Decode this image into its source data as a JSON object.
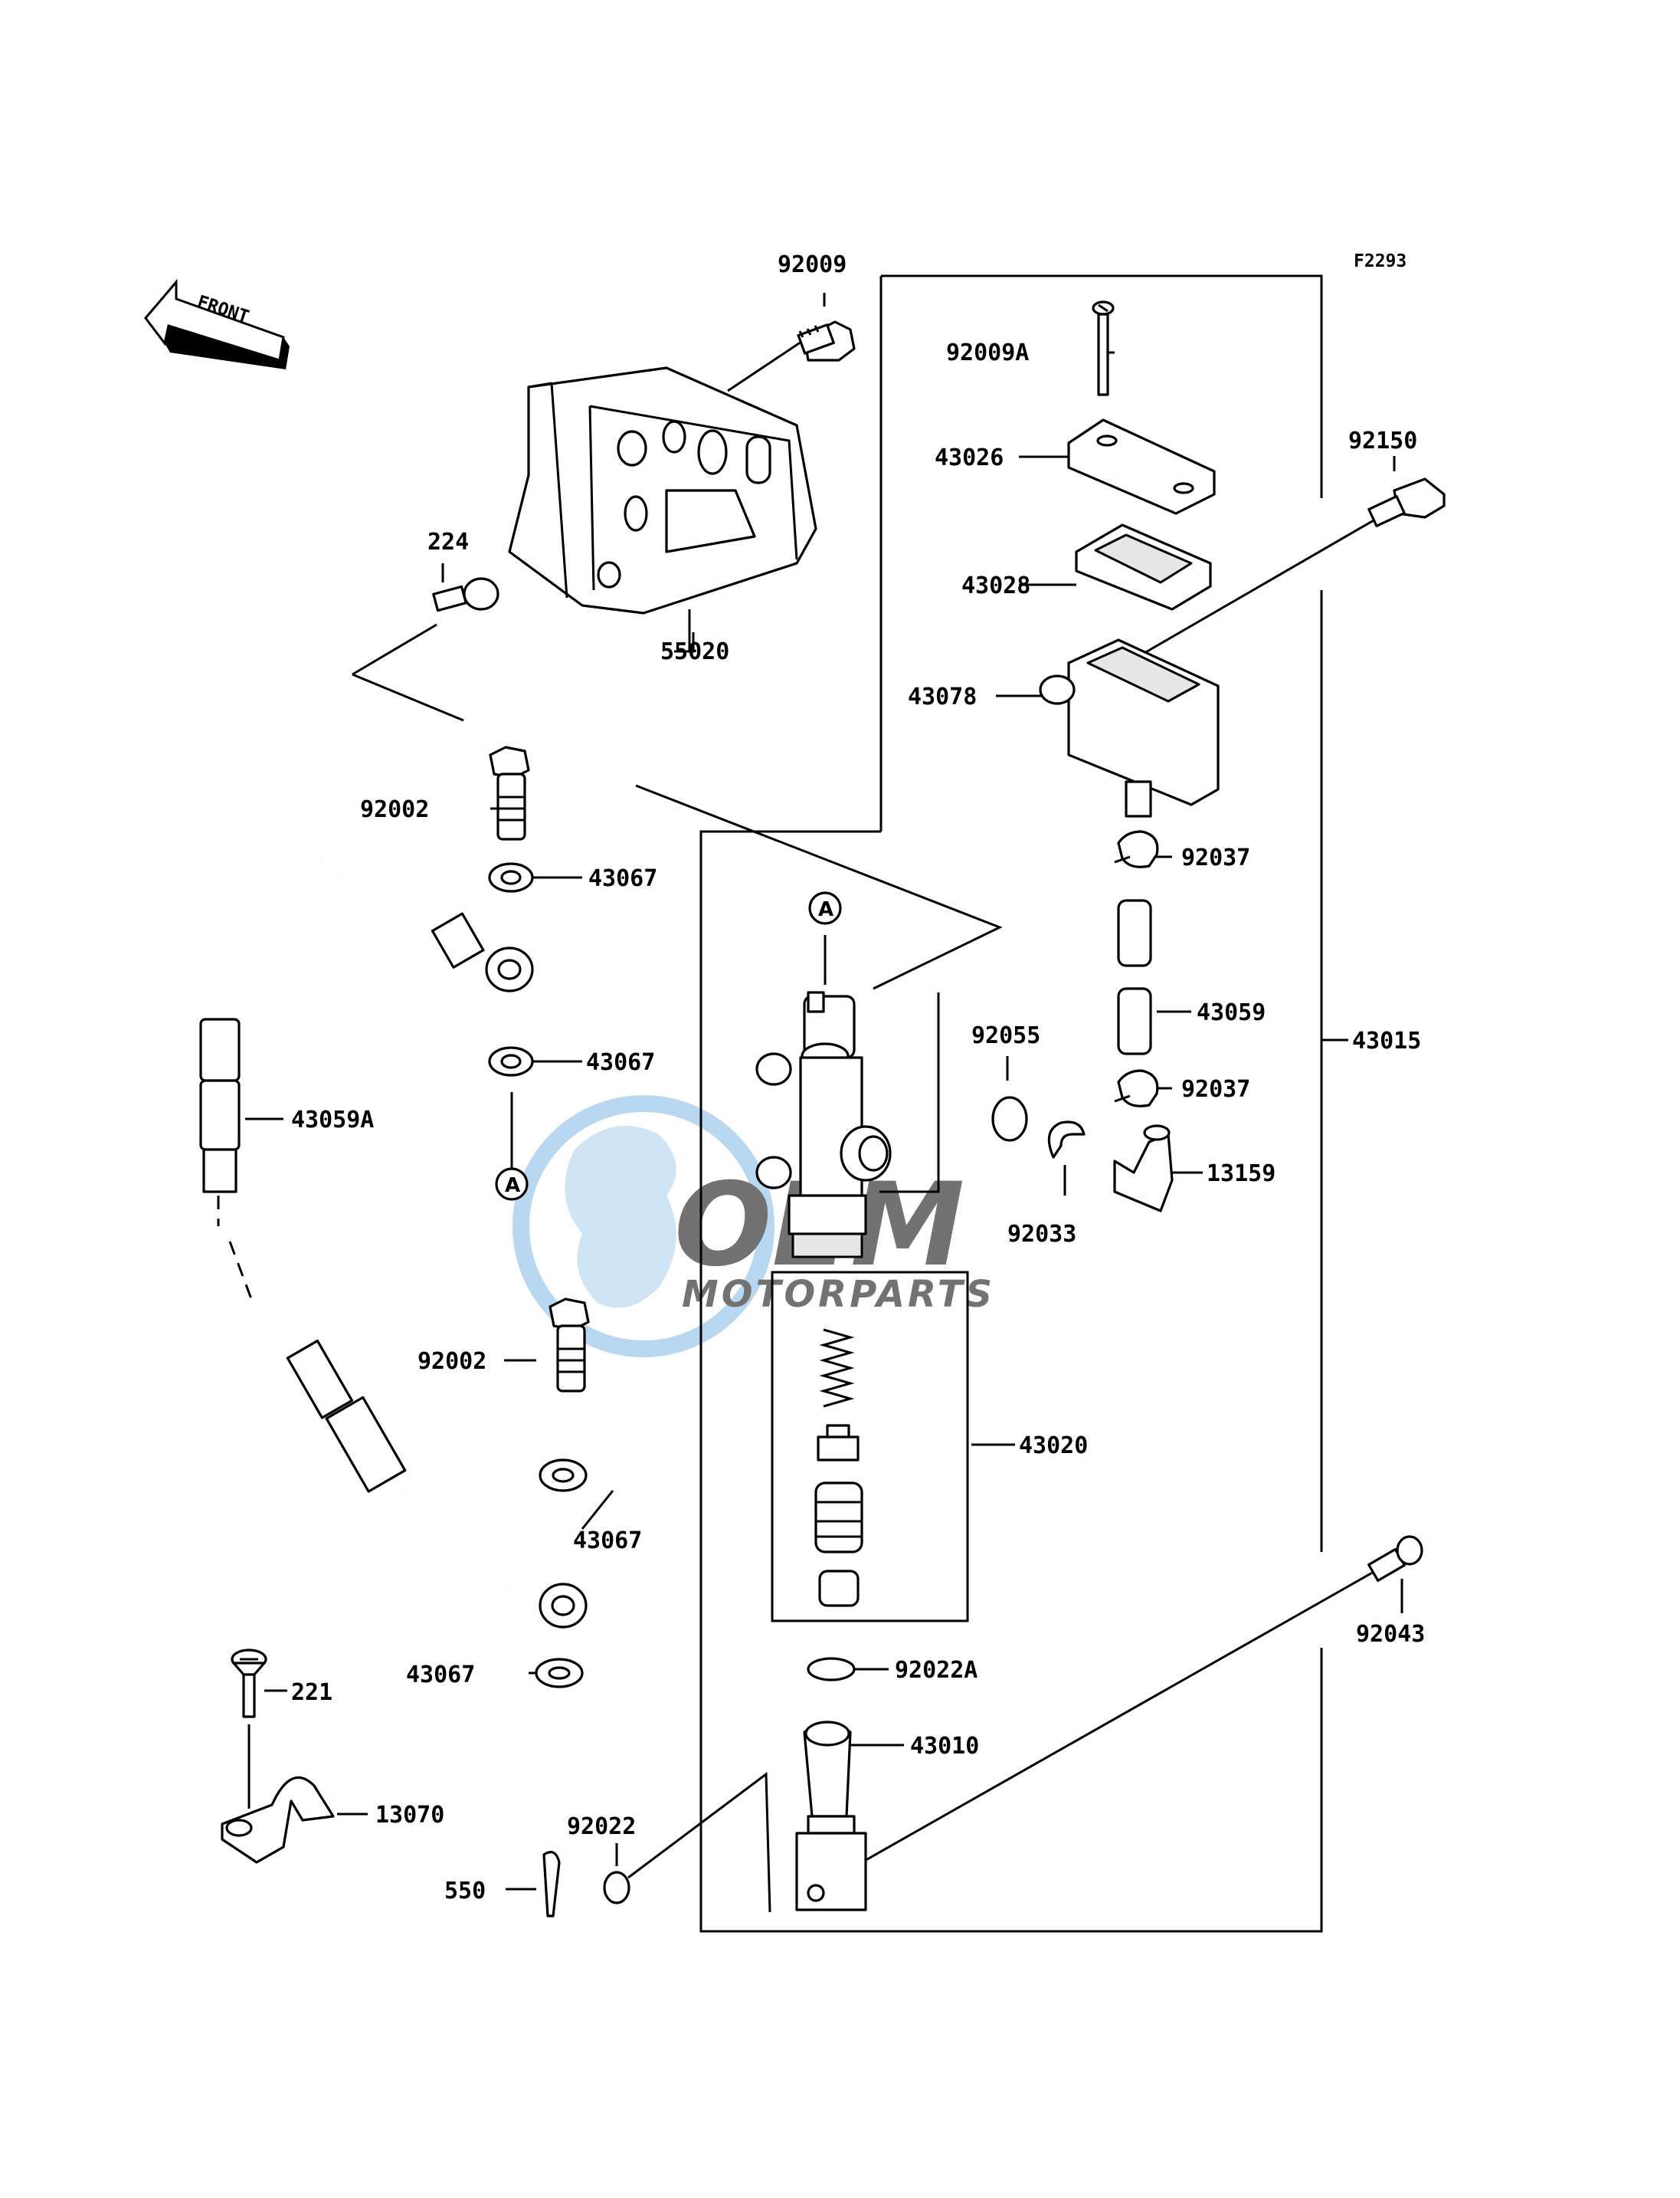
{
  "figure_code": "F2293",
  "front_label": "FRONT",
  "ref_marker": "A",
  "watermark": {
    "brand": "OEM",
    "sub": "MOTORPARTS",
    "color_blue": "#7fb8e6",
    "color_gray": "#c8c8c8"
  },
  "parts": {
    "p92009": "92009",
    "p92009A": "92009A",
    "p43026": "43026",
    "p43028": "43028",
    "p43078": "43078",
    "p92150": "92150",
    "p224": "224",
    "p55020": "55020",
    "p92002a": "92002",
    "p43067a": "43067",
    "p43067b": "43067",
    "p43059A": "43059A",
    "p92002b": "92002",
    "p43067c": "43067",
    "p43067d": "43067",
    "p221": "221",
    "p13070": "13070",
    "p550": "550",
    "p92022": "92022",
    "p92037a": "92037",
    "p43059": "43059",
    "p92037b": "92037",
    "p43015": "43015",
    "p92055": "92055",
    "p13159": "13159",
    "p92033": "92033",
    "p43020": "43020",
    "p92043": "92043",
    "p92022A": "92022A",
    "p43010": "43010"
  }
}
